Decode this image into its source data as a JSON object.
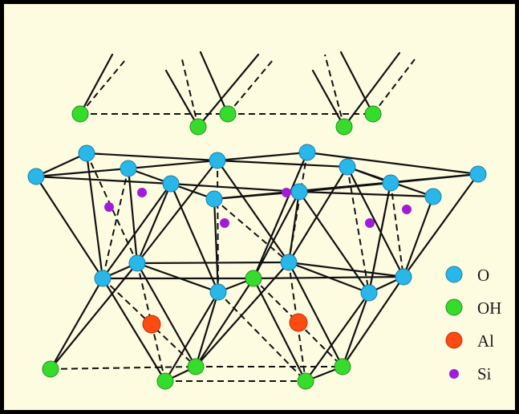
{
  "colors": {
    "background": "#fdfce1",
    "border": "#000000",
    "O": "#29b6e8",
    "OH": "#35dc2c",
    "Al": "#ff4a12",
    "Si": "#a21cd8",
    "bond": "#111111"
  },
  "legend": [
    {
      "key": "O",
      "label": "O",
      "color": "#29b6e8",
      "shape": "large-circle"
    },
    {
      "key": "OH",
      "label": "OH",
      "color": "#35dc2c",
      "shape": "large-circle"
    },
    {
      "key": "Al",
      "label": "Al",
      "color": "#ff4a12",
      "shape": "large-circle"
    },
    {
      "key": "Si",
      "label": "Si",
      "color": "#a21cd8",
      "shape": "small-circle"
    }
  ]
}
